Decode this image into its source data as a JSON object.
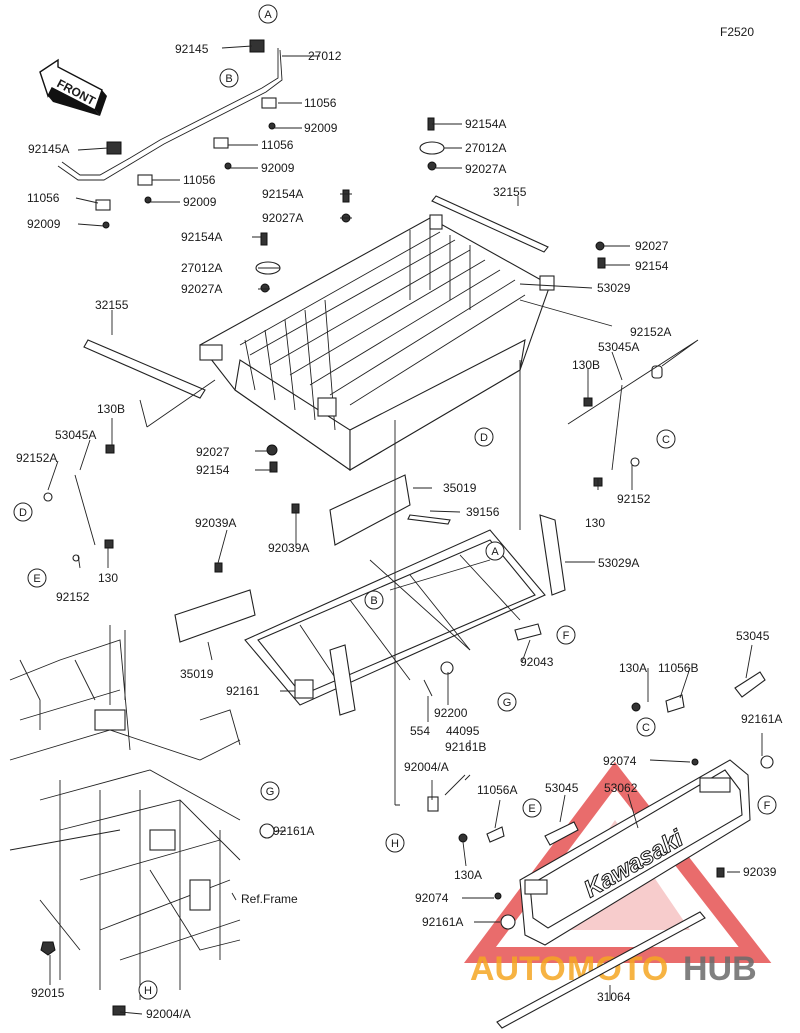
{
  "figure_code": "F2520",
  "front_arrow": "FRONT",
  "ref_frame": "Ref.Frame",
  "watermark": {
    "brand_a": "AUTO",
    "brand_b": "MOTO",
    "brand_c": "HUB",
    "color_a": "#f5a623",
    "color_b": "#f5a623",
    "color_c": "#6b6b6b",
    "triangle_color": "#e23b3b"
  },
  "tailgate_logo": "Kawasaki",
  "labels": [
    "92145",
    "27012",
    "11056",
    "92009",
    "11056",
    "92009",
    "92145A",
    "11056",
    "92009",
    "11056",
    "92009",
    "92154A",
    "27012A",
    "92027A",
    "92154A",
    "92027A",
    "32155",
    "92154A",
    "27012A",
    "92027A",
    "92027",
    "92154",
    "53029",
    "32155",
    "92152A",
    "53045A",
    "130B",
    "130B",
    "53045A",
    "92152A",
    "92027",
    "92154",
    "130",
    "92152",
    "92152",
    "130",
    "35019",
    "39156",
    "92039A",
    "92039A",
    "53029A",
    "35019",
    "92043",
    "92161",
    "92200",
    "554",
    "44095",
    "92161B",
    "92004/A",
    "11056A",
    "53045",
    "53062",
    "53045",
    "130A",
    "11056B",
    "92161A",
    "92074",
    "92161A",
    "130A",
    "92074",
    "92161A",
    "92039",
    "92015",
    "92004/A",
    "31064"
  ],
  "refs": [
    "A",
    "B",
    "D",
    "C",
    "D",
    "E",
    "A",
    "B",
    "F",
    "G",
    "C",
    "F",
    "E",
    "G",
    "H",
    "H"
  ]
}
